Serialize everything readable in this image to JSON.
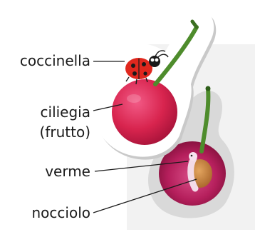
{
  "labels": {
    "ladybug": "coccinella",
    "cherry_line1": "ciliegia",
    "cherry_line2": "(frutto)",
    "worm": "verme",
    "pit": "nocciolo"
  },
  "colors": {
    "cherry": "#d8244e",
    "cherry_dark": "#9f1036",
    "stem": "#4e8c2c",
    "ladybug": "#e0281e",
    "card_shadow": "#d9d9d9",
    "page_panel": "#f2f2f2",
    "pit": "#c7833b",
    "worm": "#f3dbe8"
  }
}
